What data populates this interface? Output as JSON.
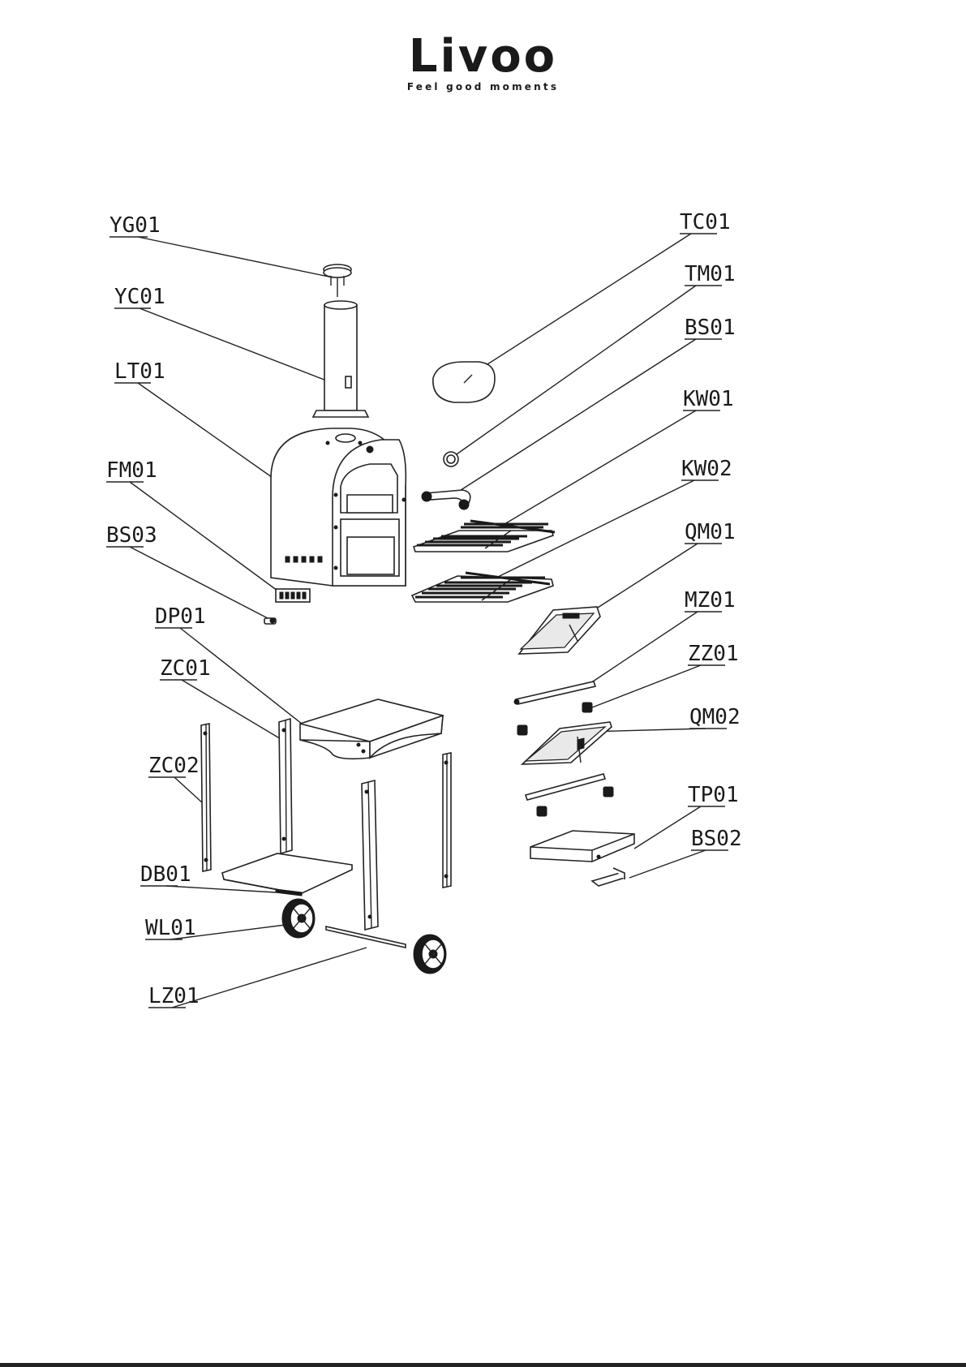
{
  "brand": {
    "name": "Livoo",
    "tagline": "Feel good moments"
  },
  "labels": {
    "YG01": "YG01",
    "YC01": "YC01",
    "LT01": "LT01",
    "FM01": "FM01",
    "BS03": "BS03",
    "DP01": "DP01",
    "ZC01": "ZC01",
    "ZC02": "ZC02",
    "DB01": "DB01",
    "WL01": "WL01",
    "LZ01": "LZ01",
    "TC01": "TC01",
    "TM01": "TM01",
    "BS01": "BS01",
    "KW01": "KW01",
    "KW02": "KW02",
    "QM01": "QM01",
    "MZ01": "MZ01",
    "ZZ01": "ZZ01",
    "QM02": "QM02",
    "TP01": "TP01",
    "BS02": "BS02"
  }
}
